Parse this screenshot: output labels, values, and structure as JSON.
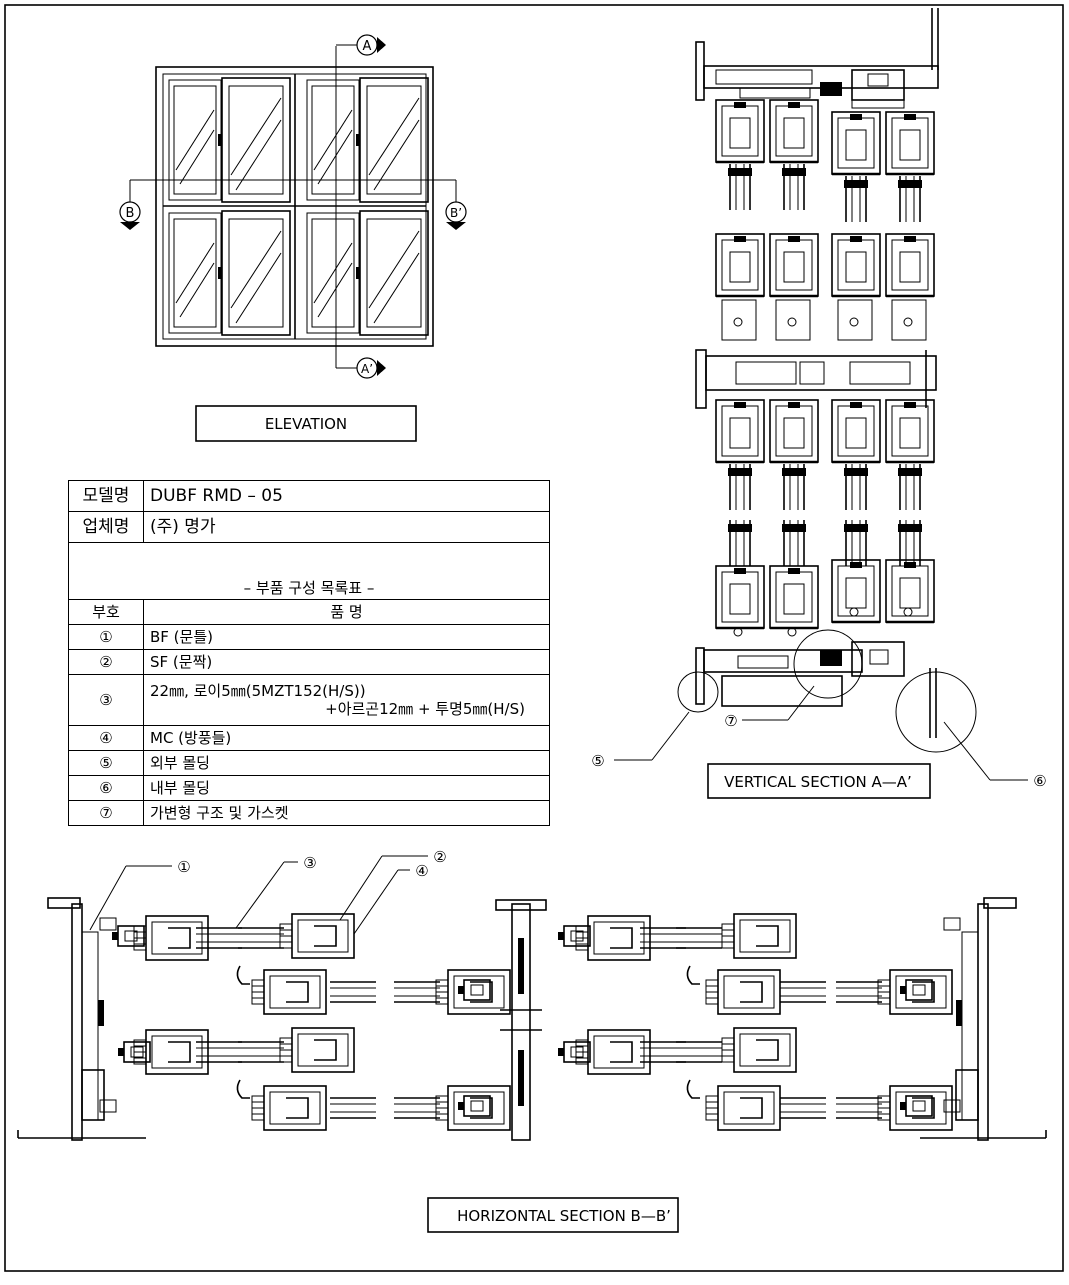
{
  "titles": {
    "elevation": "ELEVATION",
    "vertical": "VERTICAL SECTION A—A’",
    "horizontal": "HORIZONTAL SECTION B—B’"
  },
  "markers": {
    "a": "A",
    "a_prime": "A’",
    "b": "B",
    "b_prime": "B’"
  },
  "callouts": {
    "c1": "①",
    "c2": "②",
    "c3": "③",
    "c4": "④",
    "c5": "⑤",
    "c6": "⑥",
    "c7": "⑦"
  },
  "table": {
    "model_label": "모델명",
    "model_value": "DUBF RMD – 05",
    "company_label": "업체명",
    "company_value": "(주) 명가",
    "list_title": "–   부품 구성 목록표   –",
    "col_code": "부호",
    "col_name": "품  명",
    "rows": [
      {
        "code": "①",
        "name": "BF (문틀)"
      },
      {
        "code": "②",
        "name": "SF (문짝)"
      },
      {
        "code": "③",
        "name": "22㎜, 로이5㎜(5MZT152(H/S))",
        "name2": "+아르곤12㎜ + 투명5㎜(H/S)"
      },
      {
        "code": "④",
        "name": "MC (방풍들)"
      },
      {
        "code": "⑤",
        "name": "외부 몰딩"
      },
      {
        "code": "⑥",
        "name": "내부 몰딩"
      },
      {
        "code": "⑦",
        "name": "가변형 구조 및 가스켓"
      }
    ]
  }
}
